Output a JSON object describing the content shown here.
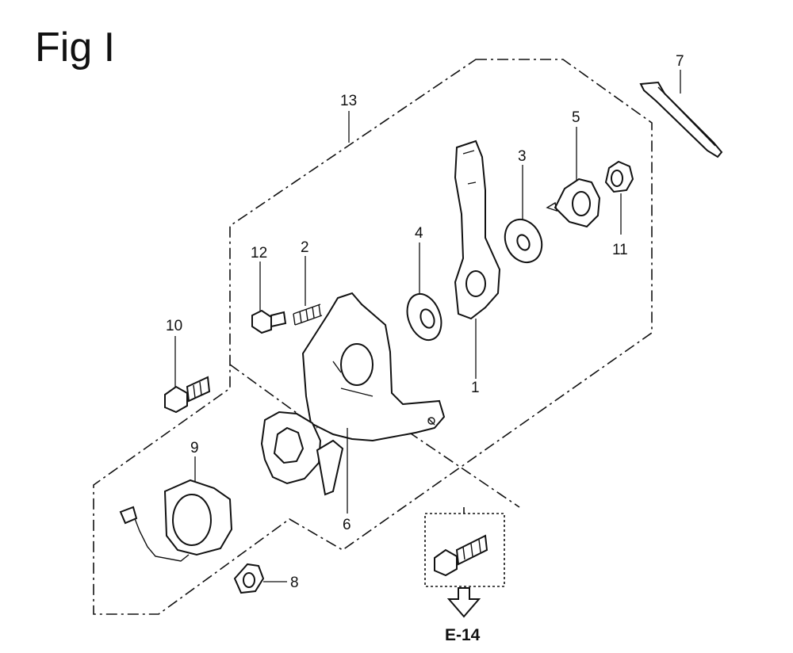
{
  "figure": {
    "title": "Fig I"
  },
  "callouts": [
    {
      "id": "1",
      "label": "1"
    },
    {
      "id": "2",
      "label": "2"
    },
    {
      "id": "3",
      "label": "3"
    },
    {
      "id": "4",
      "label": "4"
    },
    {
      "id": "5",
      "label": "5"
    },
    {
      "id": "6",
      "label": "6"
    },
    {
      "id": "7",
      "label": "7"
    },
    {
      "id": "8",
      "label": "8"
    },
    {
      "id": "9",
      "label": "9"
    },
    {
      "id": "10",
      "label": "10"
    },
    {
      "id": "11",
      "label": "11"
    },
    {
      "id": "12",
      "label": "12"
    },
    {
      "id": "13",
      "label": "13"
    }
  ],
  "reference": {
    "label": "E-14"
  }
}
